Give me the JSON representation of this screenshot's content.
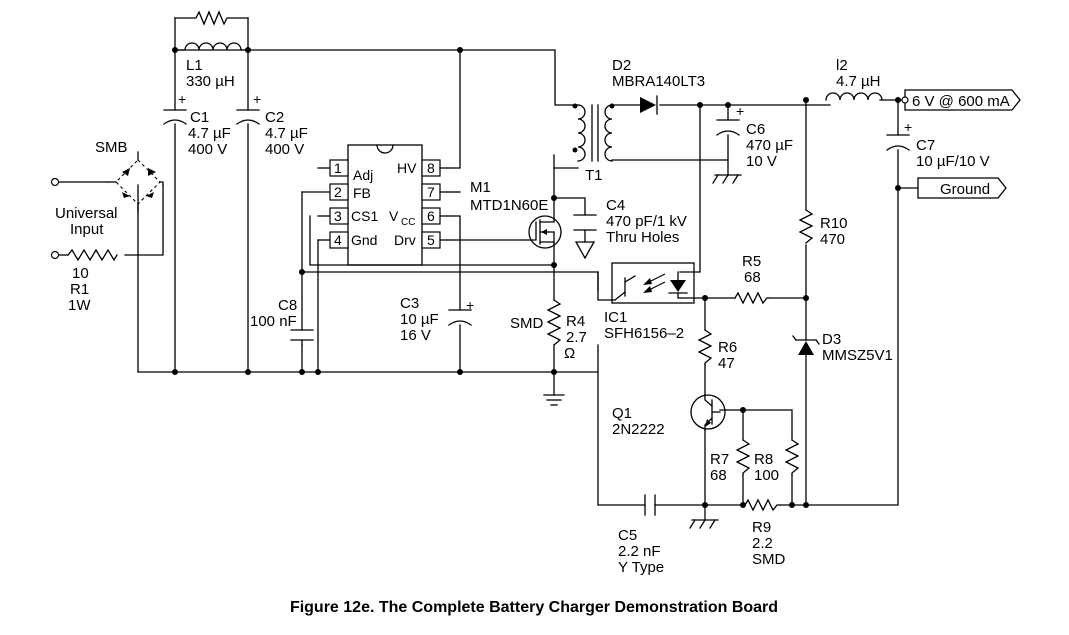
{
  "caption": "Figure 12e. The Complete Battery Charger Demonstration Board",
  "labels": {
    "smb": "SMB",
    "input_line1": "Universal",
    "input_line2": "Input",
    "r1_value": "10",
    "r1_ref": "R1",
    "r1_power": "1W",
    "l1_ref": "L1",
    "l1_value": "330 µH",
    "c1_ref": "C1",
    "c1_value": "4.7 µF",
    "c1_voltage": "400 V",
    "c2_ref": "C2",
    "c2_value": "4.7 µF",
    "c2_voltage": "400 V",
    "c8_ref": "C8",
    "c8_value": "100 nF",
    "c3_ref": "C3",
    "c3_value": "10 µF",
    "c3_voltage": "16 V",
    "m1_ref": "M1",
    "m1_part": "MTD1N60E",
    "t1_ref": "T1",
    "d2_ref": "D2",
    "d2_part": "MBRA140LT3",
    "c6_ref": "C6",
    "c6_value": "470 µF",
    "c6_voltage": "10 V",
    "c4_ref": "C4",
    "c4_value": "470 pF/1 kV",
    "c4_note": "Thru Holes",
    "l2_ref": "l2",
    "l2_value": "4.7 µH",
    "out_label": "6 V @ 600 mA",
    "gnd_label": "Ground",
    "c7_ref": "C7",
    "c7_value": "10 µF/10 V",
    "r10_ref": "R10",
    "r10_value": "470",
    "r5_ref": "R5",
    "r5_value": "68",
    "d3_ref": "D3",
    "d3_part": "MMSZ5V1",
    "smd_r4": "SMD",
    "r4_ref": "R4",
    "r4_value": "2.7",
    "r4_unit": "Ω",
    "ic1_ref": "IC1",
    "ic1_part": "SFH6156–2",
    "r6_ref": "R6",
    "r6_value": "47",
    "q1_ref": "Q1",
    "q1_part": "2N2222",
    "r7_ref": "R7",
    "r7_value": "68",
    "r8_ref": "R8",
    "r8_value": "100",
    "r9_ref": "R9",
    "r9_value": "2.2",
    "r9_note": "SMD",
    "c5_ref": "C5",
    "c5_value": "2.2 nF",
    "c5_type": "Y Type",
    "plus": "+"
  },
  "ic": {
    "pins": [
      {
        "num": "1",
        "name": "Adj"
      },
      {
        "num": "2",
        "name": "FB"
      },
      {
        "num": "3",
        "name": "CS1"
      },
      {
        "num": "4",
        "name": "Gnd"
      },
      {
        "num": "8",
        "name": "HV"
      },
      {
        "num": "7",
        "name": ""
      },
      {
        "num": "6",
        "name": "V"
      },
      {
        "num": "5",
        "name": "Drv"
      }
    ],
    "vcc_sub": "CC"
  }
}
